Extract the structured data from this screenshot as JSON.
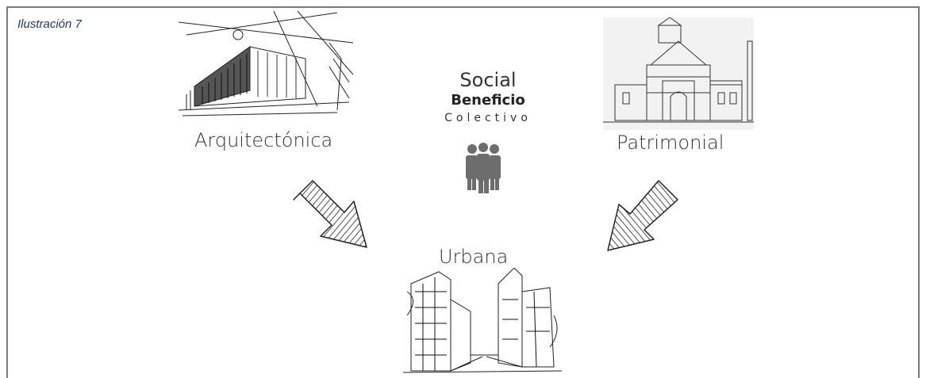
{
  "caption": "Ilustración 7",
  "nodes": {
    "arquitectonica": "Arquitectónica",
    "patrimonial": "Patrimonial",
    "urbana": "Urbana"
  },
  "social": {
    "line1": "Social",
    "line2": "Beneficio",
    "line3": "Colectivo"
  },
  "icons": {
    "people": "people-group-icon",
    "arrow_left": "hatched-arrow-icon",
    "arrow_right": "hatched-arrow-icon"
  },
  "colors": {
    "border": "#7a7a7a",
    "caption": "#1f3864",
    "people": "#6d6d6d"
  }
}
